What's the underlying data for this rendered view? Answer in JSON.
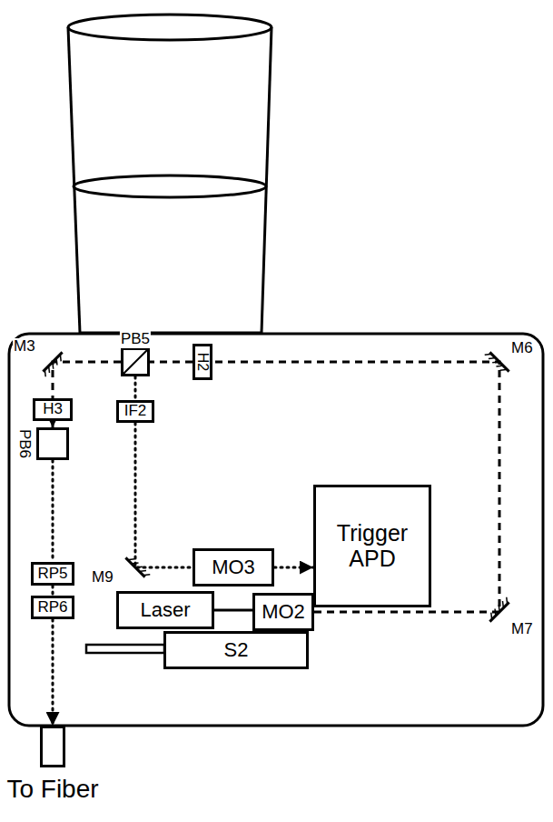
{
  "diagram": {
    "nodes": [
      {
        "text": [
          "PB5"
        ]
      },
      {
        "text": [
          "H2"
        ]
      },
      {
        "text": [
          "H3"
        ]
      },
      {
        "text": [
          "IF2"
        ]
      },
      {
        "text": [
          "PB6"
        ]
      },
      {
        "text": [
          "Trigger APD"
        ]
      },
      {
        "text": [
          "RP5"
        ]
      },
      {
        "text": [
          "MO3"
        ]
      },
      {
        "text": [
          "RP6"
        ]
      },
      {
        "text": [
          "Laser"
        ]
      },
      {
        "text": [
          "MO2"
        ]
      },
      {
        "text": [
          "S2"
        ]
      },
      {
        "text": [
          "To Fiber"
        ]
      }
    ],
    "edges": [
      {
        "from": 10,
        "to": 1,
        "arrow": "none"
      },
      {
        "from": 1,
        "to": 0,
        "arrow": "none"
      },
      {
        "from": 0,
        "to": 2,
        "arrow": "none"
      },
      {
        "from": 2,
        "to": 4,
        "arrow": "to"
      },
      {
        "from": 4,
        "to": 6,
        "arrow": "none"
      },
      {
        "from": 6,
        "to": 8,
        "arrow": "none"
      },
      {
        "from": 8,
        "to": 12,
        "arrow": "to"
      },
      {
        "from": 0,
        "to": 3,
        "arrow": "none"
      },
      {
        "from": 3,
        "to": 7,
        "arrow": "none"
      },
      {
        "from": 7,
        "to": 5,
        "arrow": "to"
      },
      {
        "from": 9,
        "to": 10,
        "arrow": "none"
      }
    ],
    "labels": [
      "M3",
      "M6",
      "M7",
      "M9"
    ]
  }
}
